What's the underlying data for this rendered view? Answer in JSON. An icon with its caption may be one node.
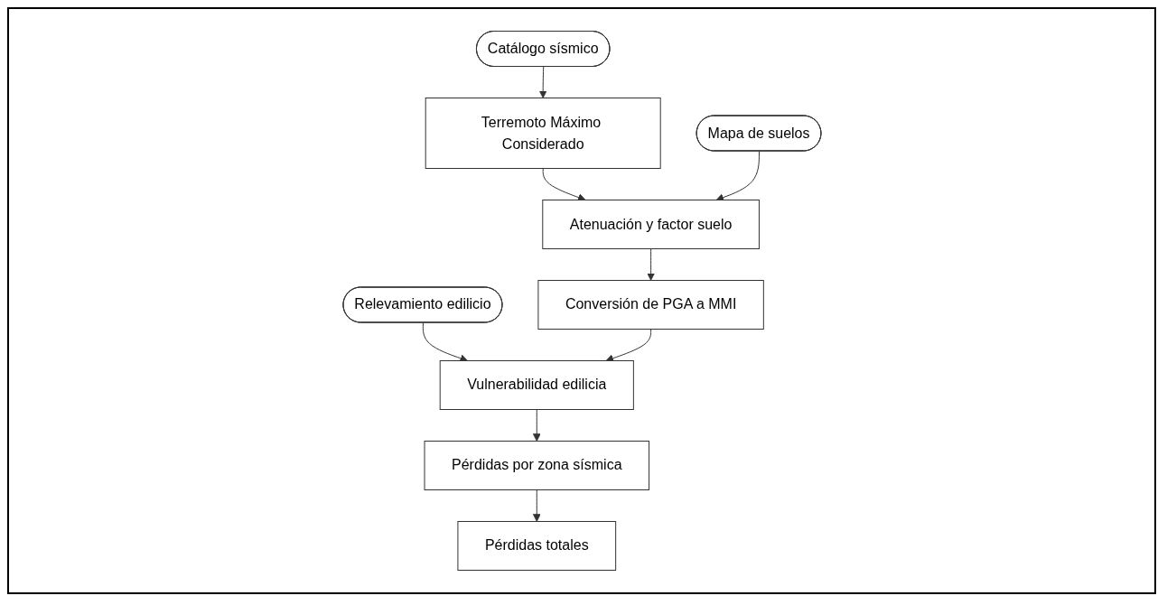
{
  "diagram": {
    "nodes": [
      {
        "text": [
          "Catálogo sísmico"
        ]
      },
      {
        "text": [
          "Terremoto Máximo Considerado"
        ]
      },
      {
        "text": [
          "Atenuación y factor suelo"
        ]
      },
      {
        "text": [
          "Mapa de suelos"
        ]
      },
      {
        "text": [
          "Conversión de PGA a MMI"
        ]
      },
      {
        "text": [
          "Relevamiento edilicio"
        ]
      },
      {
        "text": [
          "Vulnerabilidad edilicia"
        ]
      },
      {
        "text": [
          "Pérdidas por zona sísmica"
        ]
      },
      {
        "text": [
          "Pérdidas totales"
        ]
      }
    ],
    "edges": [
      {
        "from": 0,
        "to": 1,
        "arrow": "to"
      },
      {
        "from": 1,
        "to": 2,
        "arrow": "to"
      },
      {
        "from": 3,
        "to": 2,
        "arrow": "to"
      },
      {
        "from": 2,
        "to": 4,
        "arrow": "to"
      },
      {
        "from": 5,
        "to": 6,
        "arrow": "to"
      },
      {
        "from": 4,
        "to": 6,
        "arrow": "to"
      },
      {
        "from": 6,
        "to": 7,
        "arrow": "to"
      },
      {
        "from": 7,
        "to": 8,
        "arrow": "to"
      }
    ]
  }
}
